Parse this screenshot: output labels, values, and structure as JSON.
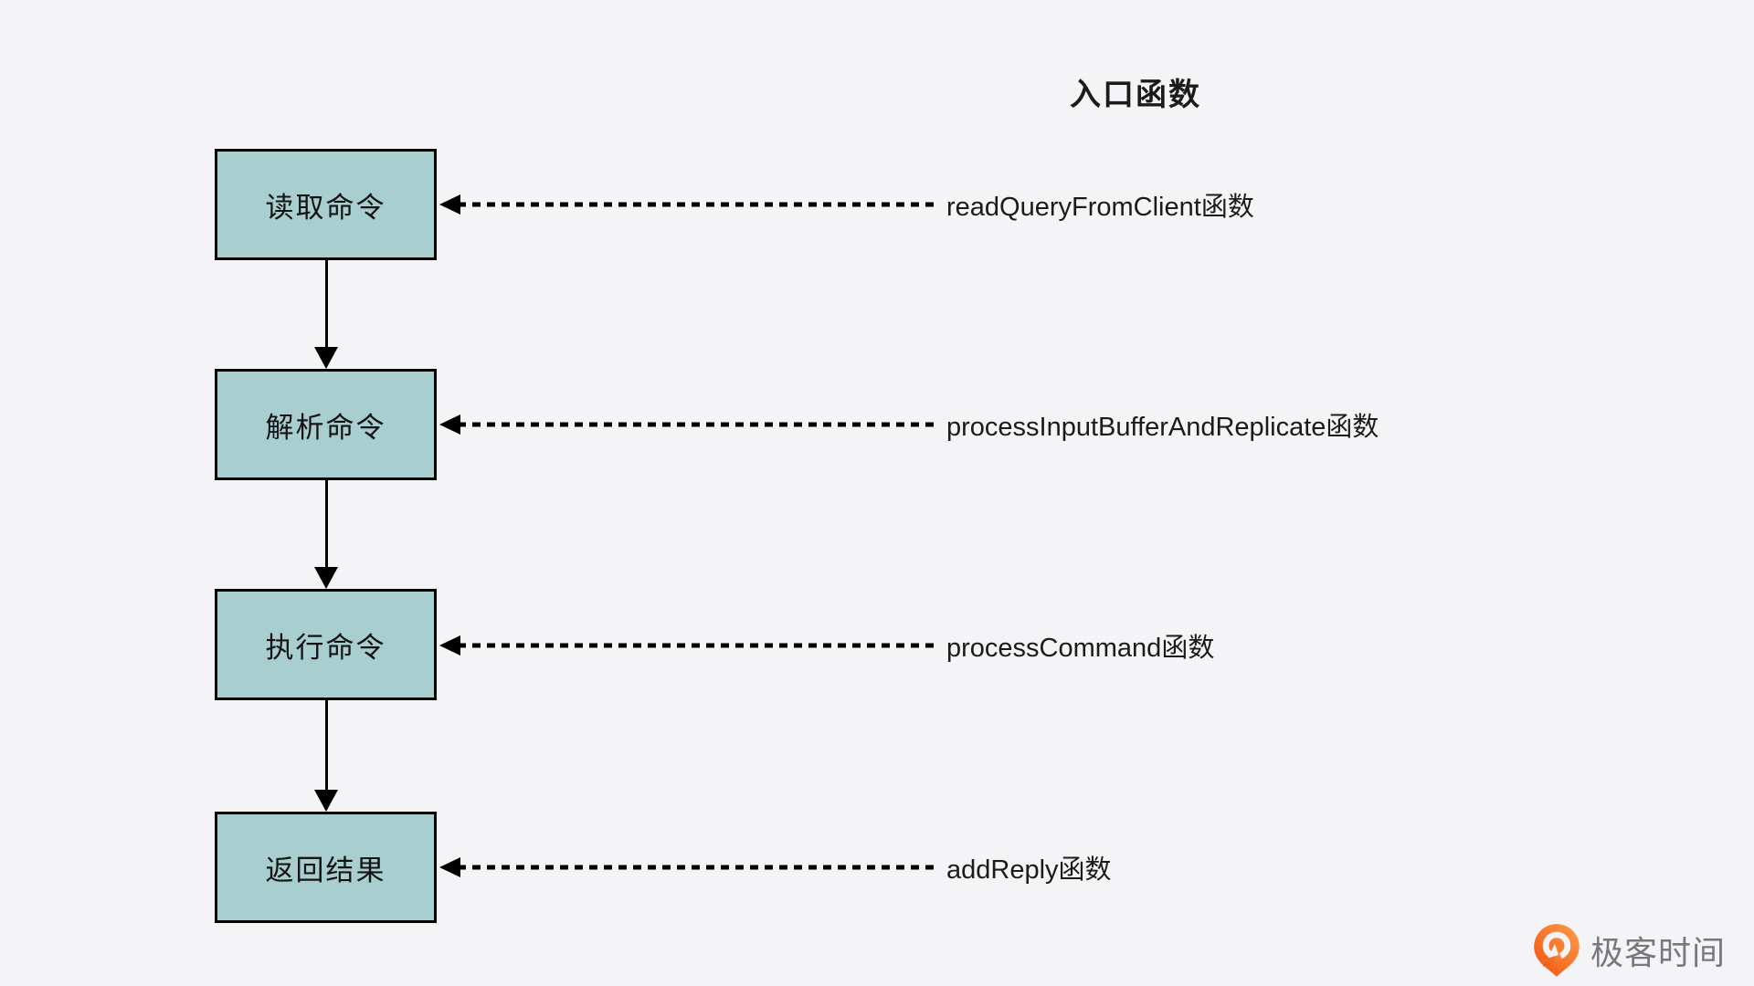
{
  "title": "入口函数",
  "flow": {
    "steps": [
      {
        "box_label": "读取命令",
        "function_label": "readQueryFromClient函数"
      },
      {
        "box_label": "解析命令",
        "function_label": "processInputBufferAndReplicate函数"
      },
      {
        "box_label": "执行命令",
        "function_label": "processCommand函数"
      },
      {
        "box_label": "返回结果",
        "function_label": "addReply函数"
      }
    ]
  },
  "branding": {
    "logo_text": "极客时间",
    "logo_icon": "geektime-logo-icon"
  },
  "colors": {
    "background": "#f4f4f6",
    "box_fill": "#a9cecf",
    "box_border": "#000000",
    "connector": "#000000",
    "title_text": "#1b1b1b",
    "label_text": "#1b1b1b",
    "logo_orange": "#f4701f",
    "logo_text_gray": "#77787a"
  }
}
